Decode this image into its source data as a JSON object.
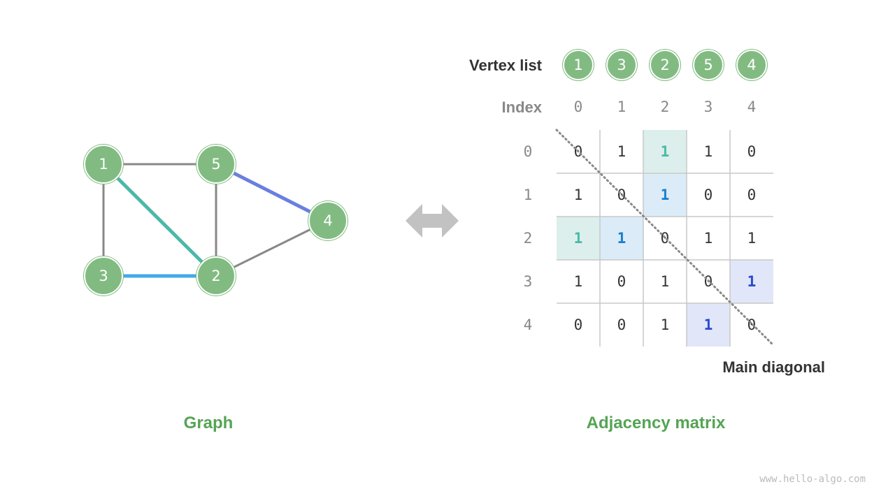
{
  "graph": {
    "caption": "Graph",
    "nodes": [
      {
        "label": "1",
        "id": "1"
      },
      {
        "label": "5",
        "id": "5"
      },
      {
        "label": "4",
        "id": "4"
      },
      {
        "label": "3",
        "id": "3"
      },
      {
        "label": "2",
        "id": "2"
      }
    ],
    "edges": [
      {
        "from": "1",
        "to": "5",
        "color": "#888888"
      },
      {
        "from": "1",
        "to": "3",
        "color": "#888888"
      },
      {
        "from": "1",
        "to": "2",
        "color": "#4cb8a8"
      },
      {
        "from": "3",
        "to": "2",
        "color": "#44a8e8"
      },
      {
        "from": "5",
        "to": "2",
        "color": "#888888"
      },
      {
        "from": "5",
        "to": "4",
        "color": "#6a7fe0"
      },
      {
        "from": "2",
        "to": "4",
        "color": "#888888"
      }
    ]
  },
  "arrow_icon": "double-arrow-icon",
  "matrix": {
    "caption": "Adjacency matrix",
    "vertex_list_label": "Vertex list",
    "vertex_list": [
      "1",
      "3",
      "2",
      "5",
      "4"
    ],
    "index_label": "Index",
    "indices": [
      "0",
      "1",
      "2",
      "3",
      "4"
    ],
    "rows": [
      [
        "0",
        "1",
        "1",
        "1",
        "0"
      ],
      [
        "1",
        "0",
        "1",
        "0",
        "0"
      ],
      [
        "1",
        "1",
        "0",
        "1",
        "1"
      ],
      [
        "1",
        "0",
        "1",
        "0",
        "1"
      ],
      [
        "0",
        "0",
        "1",
        "1",
        "0"
      ]
    ],
    "highlights": [
      {
        "row": 0,
        "col": 2,
        "bg": "#dcefec",
        "fg": "#4cb8a8"
      },
      {
        "row": 2,
        "col": 0,
        "bg": "#dcefec",
        "fg": "#4cb8a8"
      },
      {
        "row": 1,
        "col": 2,
        "bg": "#dbecf8",
        "fg": "#1a7fcc"
      },
      {
        "row": 2,
        "col": 1,
        "bg": "#dbecf8",
        "fg": "#1a7fcc"
      },
      {
        "row": 3,
        "col": 4,
        "bg": "#e1e6f8",
        "fg": "#2a4ad0"
      },
      {
        "row": 4,
        "col": 3,
        "bg": "#e1e6f8",
        "fg": "#2a4ad0"
      }
    ],
    "diagonal_label": "Main diagonal"
  },
  "node_color": "#82bb82",
  "watermark": "www.hello-algo.com"
}
